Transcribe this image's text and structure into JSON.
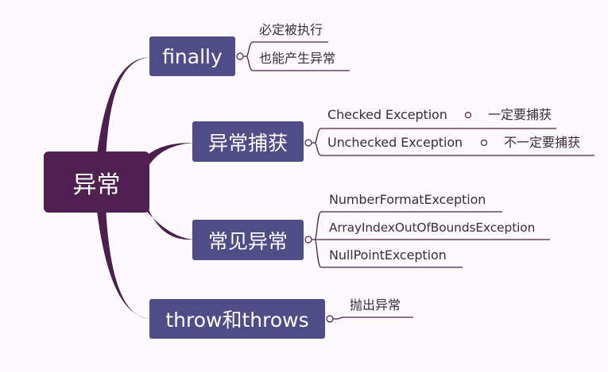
{
  "mindmap": {
    "root": {
      "label": "异常"
    },
    "branches": [
      {
        "label": "finally",
        "children": [
          {
            "label": "必定被执行"
          },
          {
            "label": "也能产生异常"
          }
        ]
      },
      {
        "label": "异常捕获",
        "children": [
          {
            "label": "Checked Exception",
            "note": "一定要捕获"
          },
          {
            "label": "Unchecked Exception",
            "note": "不一定要捕获"
          }
        ]
      },
      {
        "label": "常见异常",
        "children": [
          {
            "label": "NumberFormatException"
          },
          {
            "label": "ArrayIndexOutOfBoundsException"
          },
          {
            "label": "NullPointException"
          }
        ]
      },
      {
        "label": "throw和throws",
        "children": [
          {
            "label": "抛出异常"
          }
        ]
      }
    ]
  },
  "colors": {
    "background": "#fdfafd",
    "root_fill": "#4e2150",
    "branch_fill": "#4f4c87",
    "line": "#4d1f4e",
    "leaf_text": "#3b2d3b"
  }
}
